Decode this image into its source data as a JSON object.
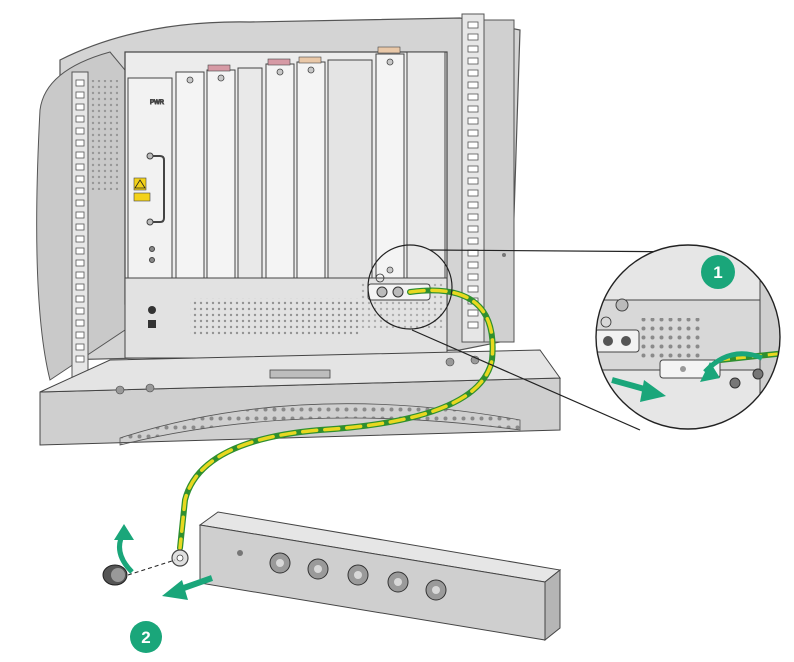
{
  "figure": {
    "panel_label": "PWR",
    "steps": [
      {
        "number": "1"
      },
      {
        "number": "2"
      }
    ],
    "colors": {
      "callout": "#1aa67a",
      "ground_cable_yellow": "#e8d820",
      "ground_cable_green": "#2f8f2f",
      "chassis": "#dcdcdc",
      "chassis_dark": "#9a9a9a"
    },
    "icons": [
      "ground-symbol-icon",
      "warning-label-icon",
      "rotate-arrow-icon",
      "pull-arrow-icon"
    ]
  }
}
